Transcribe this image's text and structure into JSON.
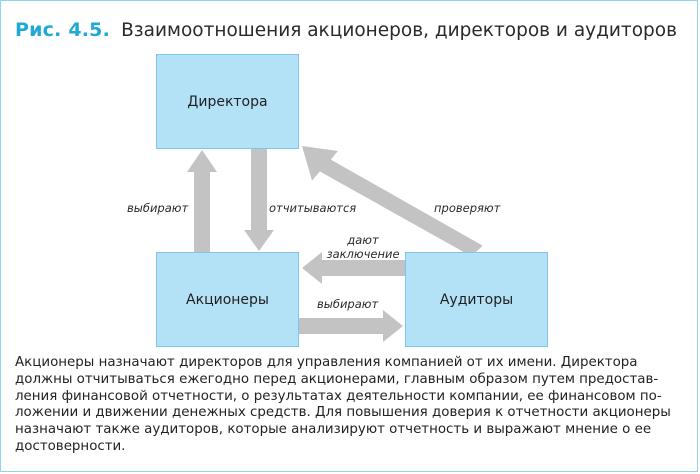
{
  "header": {
    "figure_number": "Рис. 4.5.",
    "title": "Взаимоотношения акционеров, директоров и аудиторов",
    "accent_color": "#1ea9d6"
  },
  "diagram": {
    "nodes": {
      "directors": "Директора",
      "shareholders": "Акционеры",
      "auditors": "Аудиторы"
    },
    "edges": {
      "shareholders_elect_directors": "выбирают",
      "directors_report_to_shareholders": "отчитываются",
      "auditors_check_directors": "проверяют",
      "auditors_give_opinion_line1": "дают",
      "auditors_give_opinion_line2": "заключение",
      "shareholders_elect_auditors": "выбирают"
    },
    "colors": {
      "box_fill": "#b3e2f7",
      "box_border": "#7fc7e8",
      "arrow_fill": "#c3c3c3",
      "frame_border": "#8fd3ec"
    }
  },
  "caption": {
    "lines": [
      "Акционеры назначают директоров для управления компанией от их имени. Директора",
      "должны отчитываться ежегодно перед акционерами, главным образом путем предостав-",
      "ления финансовой отчетности, о результатах деятельности компании, ее финансовом по-",
      "ложении и движении денежных средств. Для повышения доверия к отчетности акционеры",
      "назначают также аудиторов, которые анализируют отчетность и выражают мнение о ее",
      "достоверности."
    ]
  }
}
